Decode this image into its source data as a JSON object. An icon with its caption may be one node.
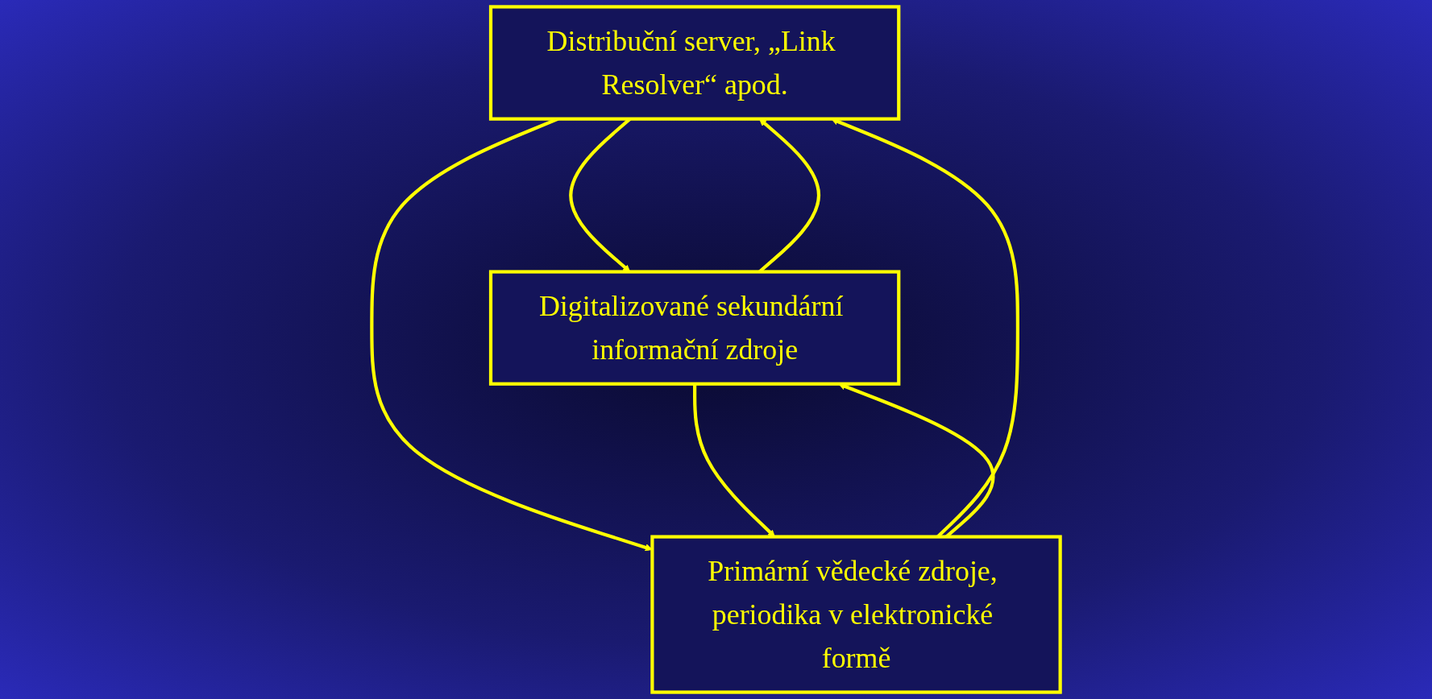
{
  "diagram": {
    "nodes": [
      {
        "text": [
          "Distribuční server, „Link Resolver“ apod."
        ]
      },
      {
        "text": [
          "Digitalizované sekundární informační zdroje"
        ]
      },
      {
        "text": [
          "Primární vědecké zdroje, periodika v elektronické formě"
        ]
      }
    ],
    "edges": [
      {
        "from": 1,
        "to": 0,
        "arrow": "to"
      },
      {
        "from": 0,
        "to": 1,
        "arrow": "to"
      },
      {
        "from": 2,
        "to": 0,
        "arrow": "to"
      },
      {
        "from": 0,
        "to": 2,
        "arrow": "to"
      },
      {
        "from": 1,
        "to": 2,
        "arrow": "to"
      },
      {
        "from": 2,
        "to": 1,
        "arrow": "to"
      }
    ]
  }
}
